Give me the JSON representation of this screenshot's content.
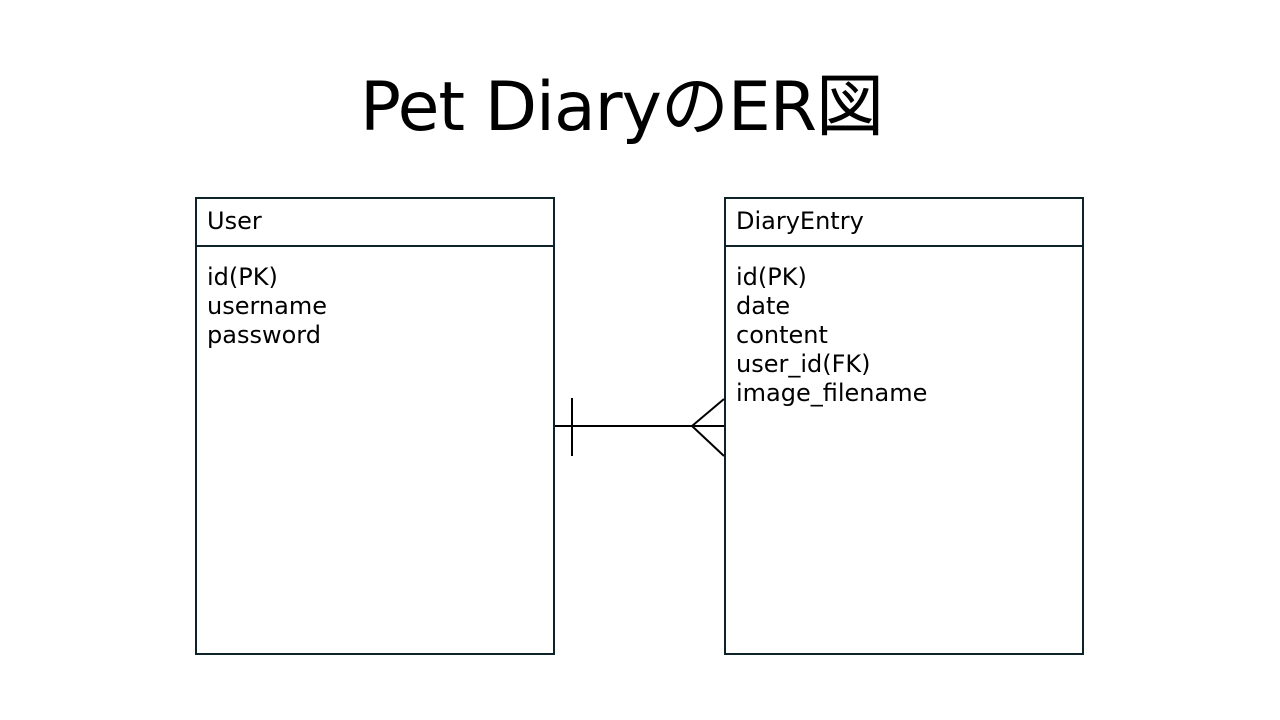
{
  "diagram": {
    "title": "Pet DiaryのER図",
    "entities": [
      {
        "name": "User",
        "attributes": [
          "id(PK)",
          "username",
          "password"
        ]
      },
      {
        "name": "DiaryEntry",
        "attributes": [
          "id(PK)",
          "date",
          "content",
          "user_id(FK)",
          "image_filename"
        ]
      }
    ],
    "relationship": {
      "from": "User",
      "to": "DiaryEntry",
      "from_cardinality": "one",
      "to_cardinality": "many"
    },
    "colors": {
      "border": "#0d2329",
      "line": "#000000",
      "background": "#ffffff"
    }
  }
}
